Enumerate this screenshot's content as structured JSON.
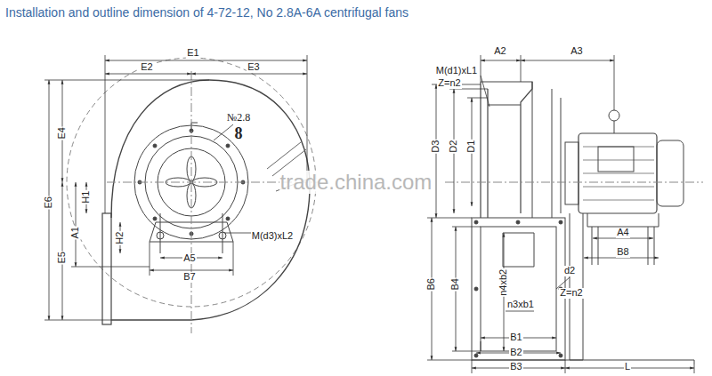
{
  "diagram": {
    "title": "Installation and outline dimension of 4-72-12, No 2.8A-6A centrifugal fans",
    "labels": [
      "E1",
      "A2",
      "A3",
      "E2",
      "E3",
      "M(d1)xL1",
      "Z=n2",
      "№2.8",
      "8",
      "E4",
      "D3",
      "D2",
      "D1",
      "trade.china.com",
      "E6",
      "H1",
      "A1",
      "A4",
      "H2",
      "M(d3)xL2",
      "B8",
      "E5",
      "A5",
      "B6",
      "B4",
      "B7",
      "n4xb2",
      "d2",
      "Z=n2",
      "n3xb1",
      "B1",
      "B2",
      "B3",
      "L"
    ]
  }
}
